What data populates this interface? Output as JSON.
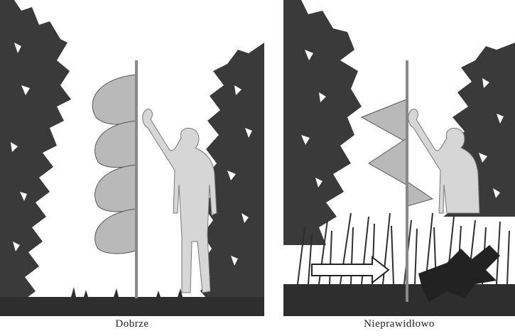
{
  "figure": {
    "panels": [
      {
        "id": "left",
        "caption": "Dobrze"
      },
      {
        "id": "right",
        "caption": "Nieprawidłowo"
      }
    ],
    "colors": {
      "foliage": "#3a3a3a",
      "person": "#d6d6d6",
      "net": "#b9b9b9",
      "pole": "#888888",
      "ground": "#2e2e2e",
      "arrow": "#ffffff"
    }
  }
}
